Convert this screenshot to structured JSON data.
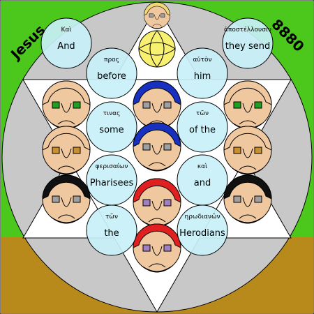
{
  "corner_labels": {
    "left": "Jesus",
    "right": "8880"
  },
  "colors": {
    "background": "#ffffff",
    "sky": "#4cc81c",
    "ground": "#b88a1c",
    "disk": "#c8c8c8",
    "star": "#ffffff",
    "bubble": "#c8f0f8",
    "skin": "#f0c8a0",
    "halo": "#f8f070",
    "outline": "#000000"
  },
  "words": [
    {
      "greek": "Καὶ",
      "english": "And"
    },
    {
      "greek": "ἀποστέλλουσιν",
      "english": "they send"
    },
    {
      "greek": "προς",
      "english": "before"
    },
    {
      "greek": "αὐτὸν",
      "english": "him"
    },
    {
      "greek": "τινας",
      "english": "some"
    },
    {
      "greek": "τῶν",
      "english": "of the"
    },
    {
      "greek": "φερισαίων",
      "english": "Pharisees"
    },
    {
      "greek": "καὶ",
      "english": "and"
    },
    {
      "greek": "τῶν",
      "english": "the"
    },
    {
      "greek": "ηρωδιανῶν",
      "english": "Herodians"
    }
  ],
  "figures": [
    {
      "role": "top",
      "band": "#f0d878",
      "eye": "#a0a0a0"
    },
    {
      "role": "center-1",
      "band": "#1830c0",
      "eye": "#a0a0a0"
    },
    {
      "role": "center-2",
      "band": "#1830c0",
      "eye": "#a0a0a0"
    },
    {
      "role": "center-3",
      "band": "#e02020",
      "eye": "#a080c0"
    },
    {
      "role": "center-4",
      "band": "#e02020",
      "eye": "#a080c0"
    },
    {
      "role": "left-1",
      "band": "#f0c8a0",
      "eye": "#20a020"
    },
    {
      "role": "left-2",
      "band": "#f0c8a0",
      "eye": "#c89030"
    },
    {
      "role": "left-3",
      "band": "#101010",
      "eye": "#a0a0a0"
    },
    {
      "role": "right-1",
      "band": "#f0c8a0",
      "eye": "#20a020"
    },
    {
      "role": "right-2",
      "band": "#f0c8a0",
      "eye": "#c89030"
    },
    {
      "role": "right-3",
      "band": "#101010",
      "eye": "#a0a0a0"
    }
  ]
}
